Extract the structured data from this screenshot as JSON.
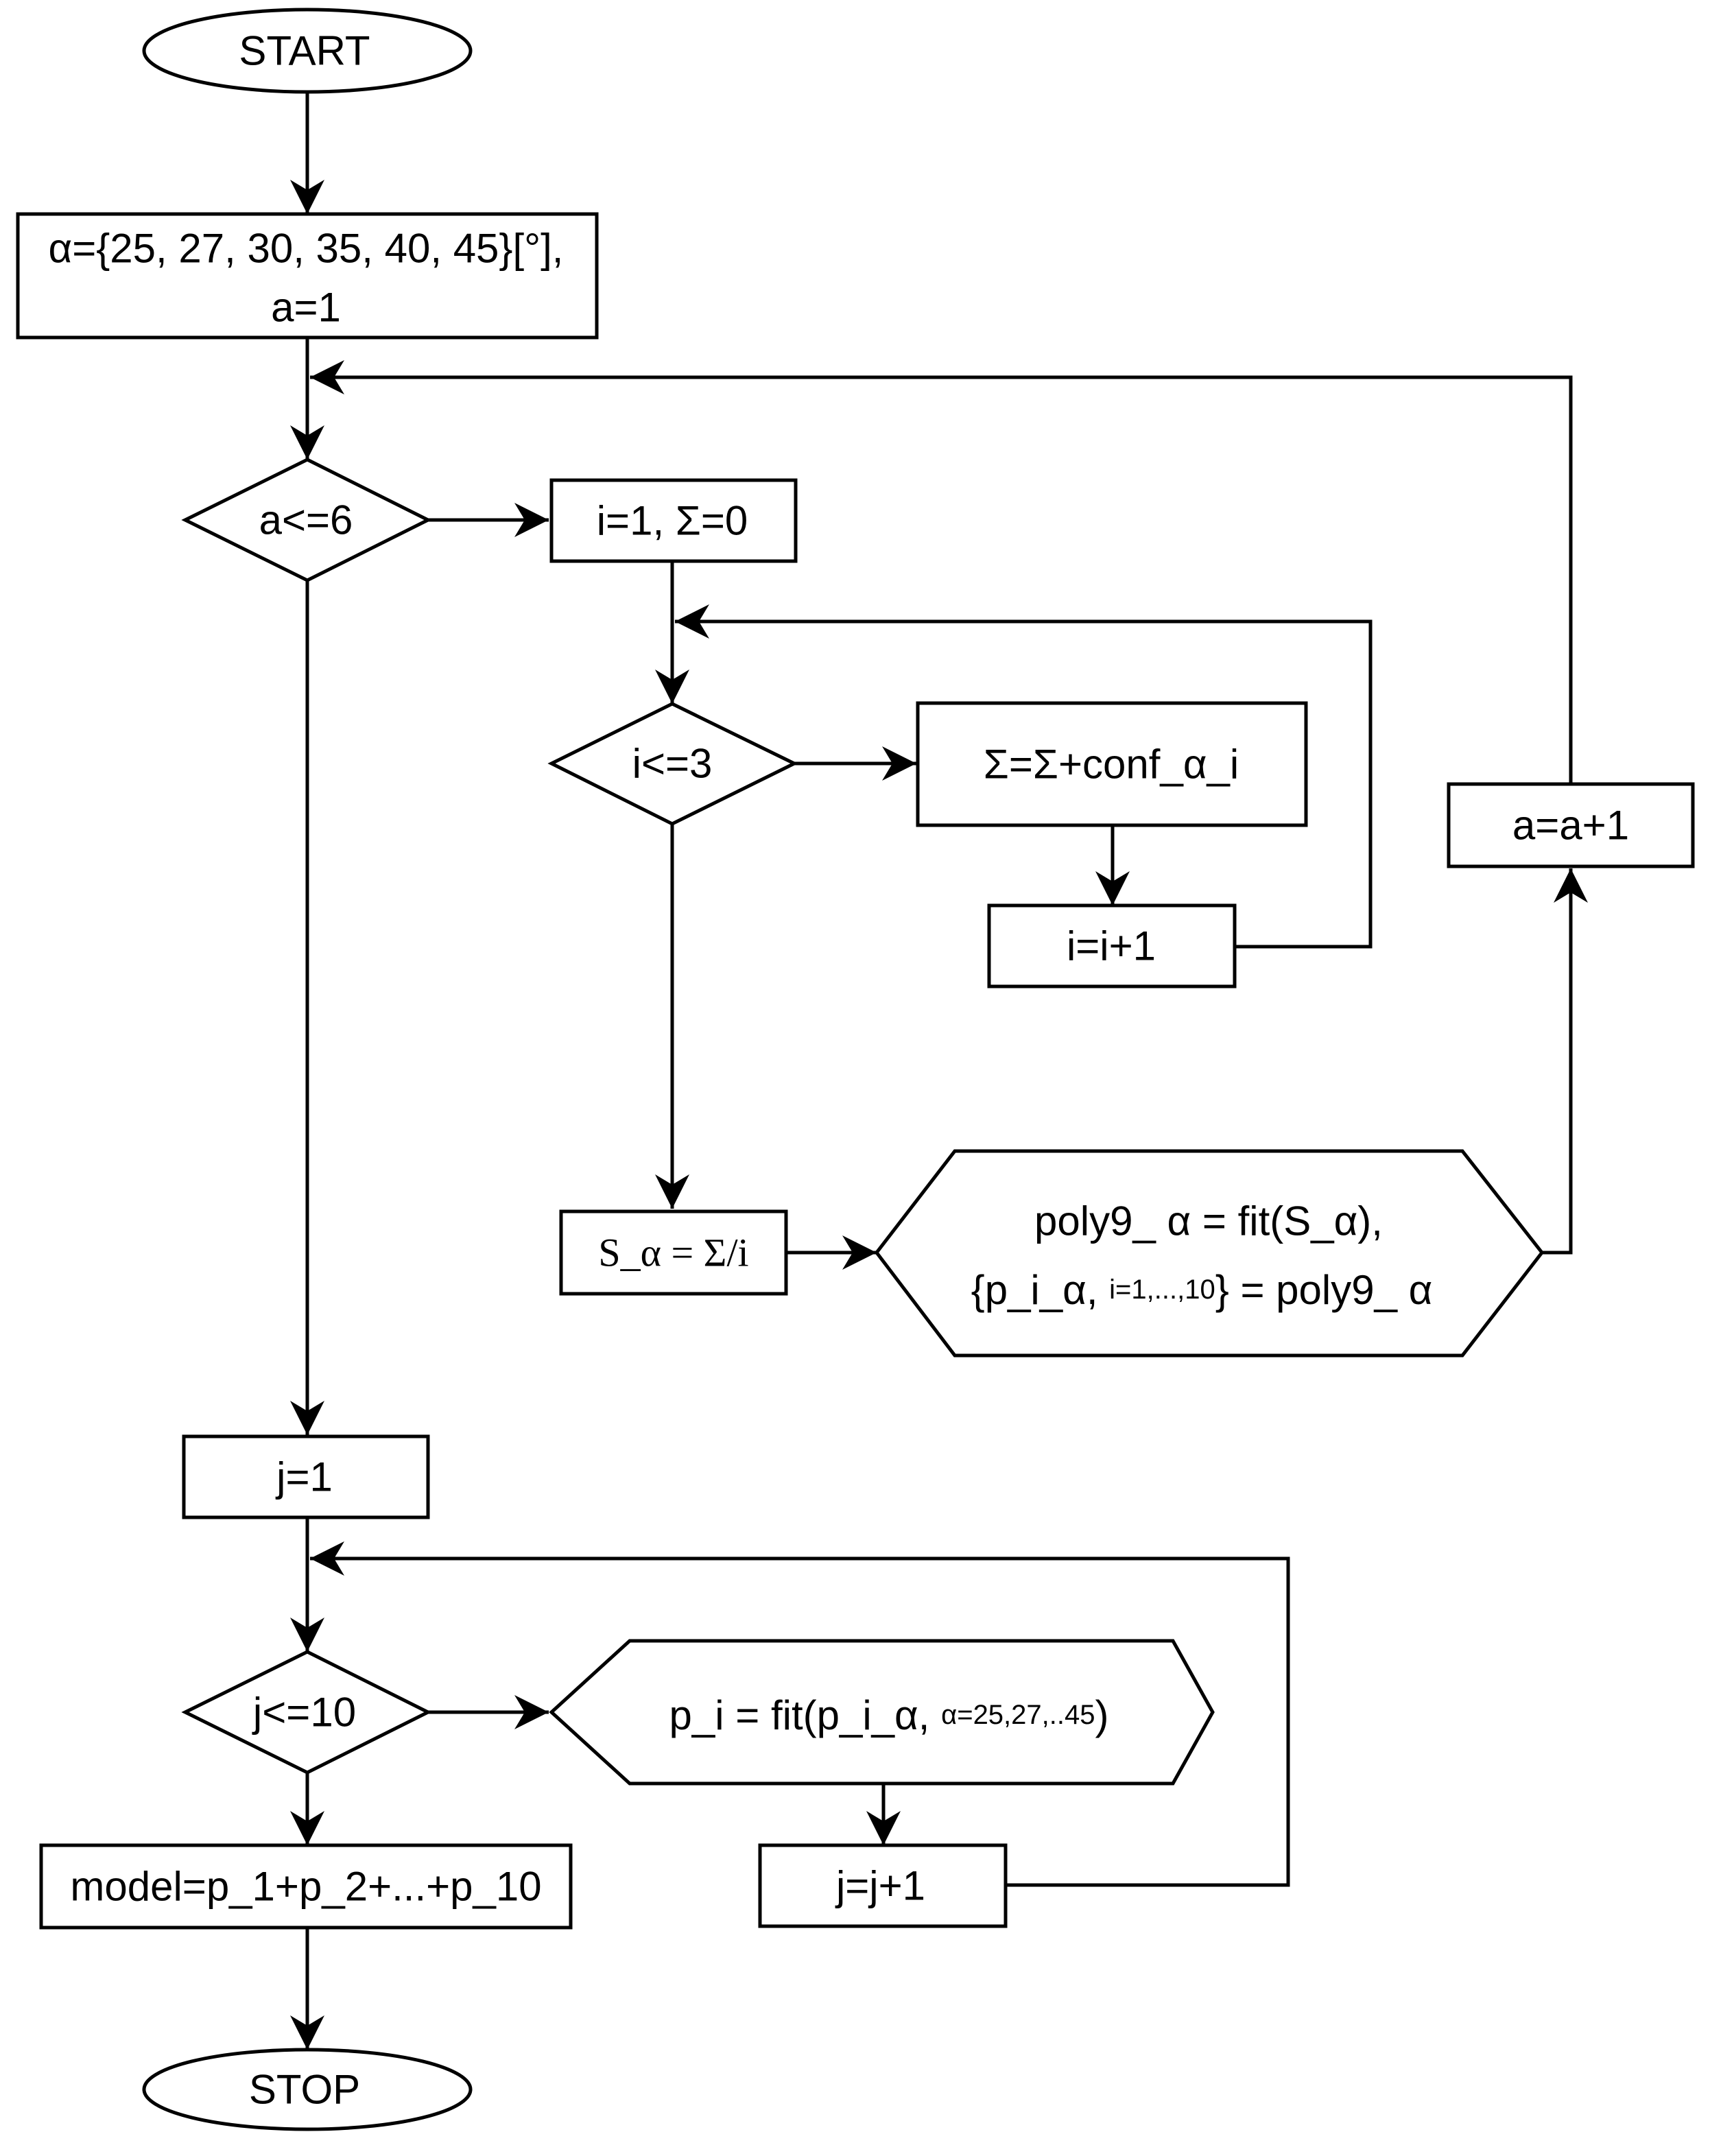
{
  "flowchart": {
    "start": "START",
    "init": {
      "line1": "α={25, 27, 30, 35, 40, 45}[°],",
      "line2": "a=1"
    },
    "cond_a": "a<=6",
    "init_i": "i=1, Σ=0",
    "cond_i": "i<=3",
    "sum": "Σ=Σ+conf_α_i",
    "inc_i": "i=i+1",
    "s_alpha": "S_α = Σ/i",
    "poly": {
      "line1": "poly9_ α = fit(S_α),",
      "line2_prefix": "{p_i_α, ",
      "line2_sub": "i=1,...,10",
      "line2_suffix": "} = poly9_ α"
    },
    "inc_a": "a=a+1",
    "init_j": "j=1",
    "cond_j": "j<=10",
    "fit_p": {
      "prefix": "p_i = fit(p_i_α, ",
      "sub": "α=25,27,..45",
      "suffix": ")"
    },
    "inc_j": "j=j+1",
    "model": "model=p_1+p_2+...+p_10",
    "stop": "STOP"
  }
}
